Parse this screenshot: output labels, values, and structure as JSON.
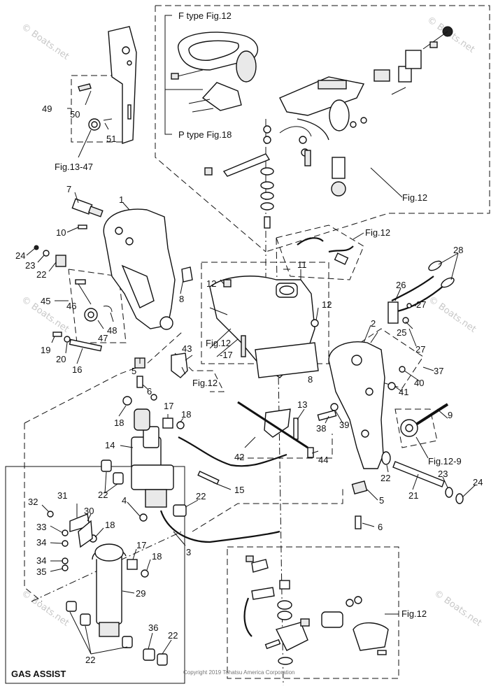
{
  "callouts": {
    "n1": "1",
    "n2": "2",
    "n3": "3",
    "n4": "4",
    "n5a": "5",
    "n5b": "5",
    "n6a": "6",
    "n6b": "6",
    "n7": "7",
    "n8a": "8",
    "n8b": "8",
    "n9": "9",
    "n10": "10",
    "n11": "11",
    "n12a": "12",
    "n12b": "12",
    "n13": "13",
    "n14": "14",
    "n15": "15",
    "n16": "16",
    "n17a": "17",
    "n17b": "17",
    "n18a": "18",
    "n18b": "18",
    "n18c": "18",
    "n18d": "18",
    "n19": "19",
    "n20": "20",
    "n21": "21",
    "n22a": "22",
    "n22b": "22",
    "n22c": "22",
    "n22d": "22",
    "n22e": "22",
    "n23a": "23",
    "n23b": "23",
    "n24a": "24",
    "n24b": "24",
    "n25": "25",
    "n26": "26",
    "n27a": "27",
    "n27b": "27",
    "n28": "28",
    "n29": "29",
    "n30": "30",
    "n31": "31",
    "n32": "32",
    "n33": "33",
    "n34a": "34",
    "n34b": "34",
    "n35": "35",
    "n36": "36",
    "n37": "37",
    "n38": "38",
    "n39": "39",
    "n40": "40",
    "n41": "41",
    "n42": "42",
    "n43": "43",
    "n44": "44",
    "n45": "45",
    "n46": "46",
    "n47": "47",
    "n48": "48",
    "n49": "49",
    "n50": "50",
    "n51": "51"
  },
  "references": {
    "f_type": "F type Fig.12",
    "p_type": "P type Fig.18",
    "fig13_47": "Fig.13-47",
    "fig12_top": "Fig.12",
    "fig12_hose": "Fig.12",
    "fig12_mid": "Fig.12",
    "fig12_17": "Fig.12",
    "minus17": "-17",
    "fig12_9": "Fig.12-9",
    "fig12_bottom": "Fig.12"
  },
  "gas_assist_label": "GAS ASSIST",
  "copyright": "Copyright 2019 Tohatsu America Corporation",
  "watermark": "© Boats.net"
}
